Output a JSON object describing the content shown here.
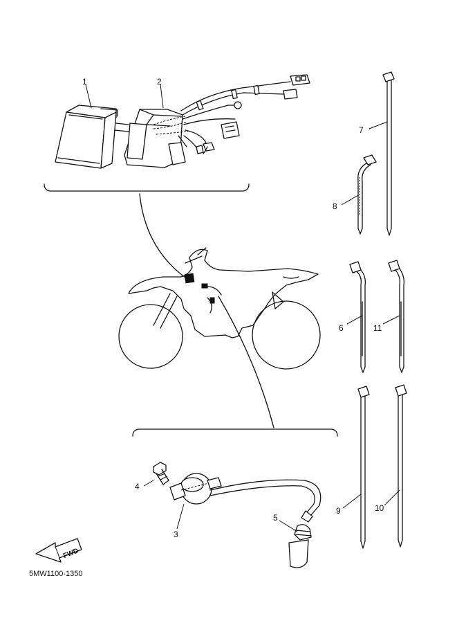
{
  "callouts": {
    "p1": "1",
    "p2": "2",
    "p3": "3",
    "p4": "4",
    "p5": "5",
    "p6": "6",
    "p7": "7",
    "p8": "8",
    "p9": "9",
    "p10": "10",
    "p11": "11"
  },
  "fwd_label": "FWD",
  "diagram_code": "5MW1100-1350",
  "colors": {
    "line": "#111111",
    "background": "#ffffff"
  }
}
